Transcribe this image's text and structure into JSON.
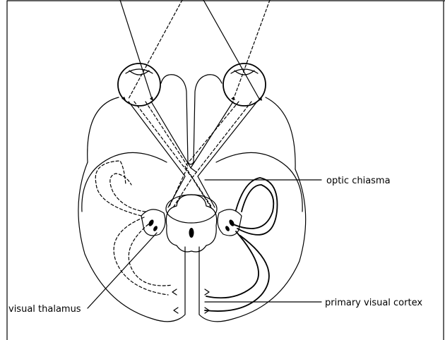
{
  "labels": {
    "optic_chiasma": "optic chiasma",
    "visual_thalamus": "visual thalamus",
    "primary_visual_cortex": "primary visual cortex"
  },
  "colors": {
    "background": "#ffffff",
    "ink": "#000000"
  }
}
